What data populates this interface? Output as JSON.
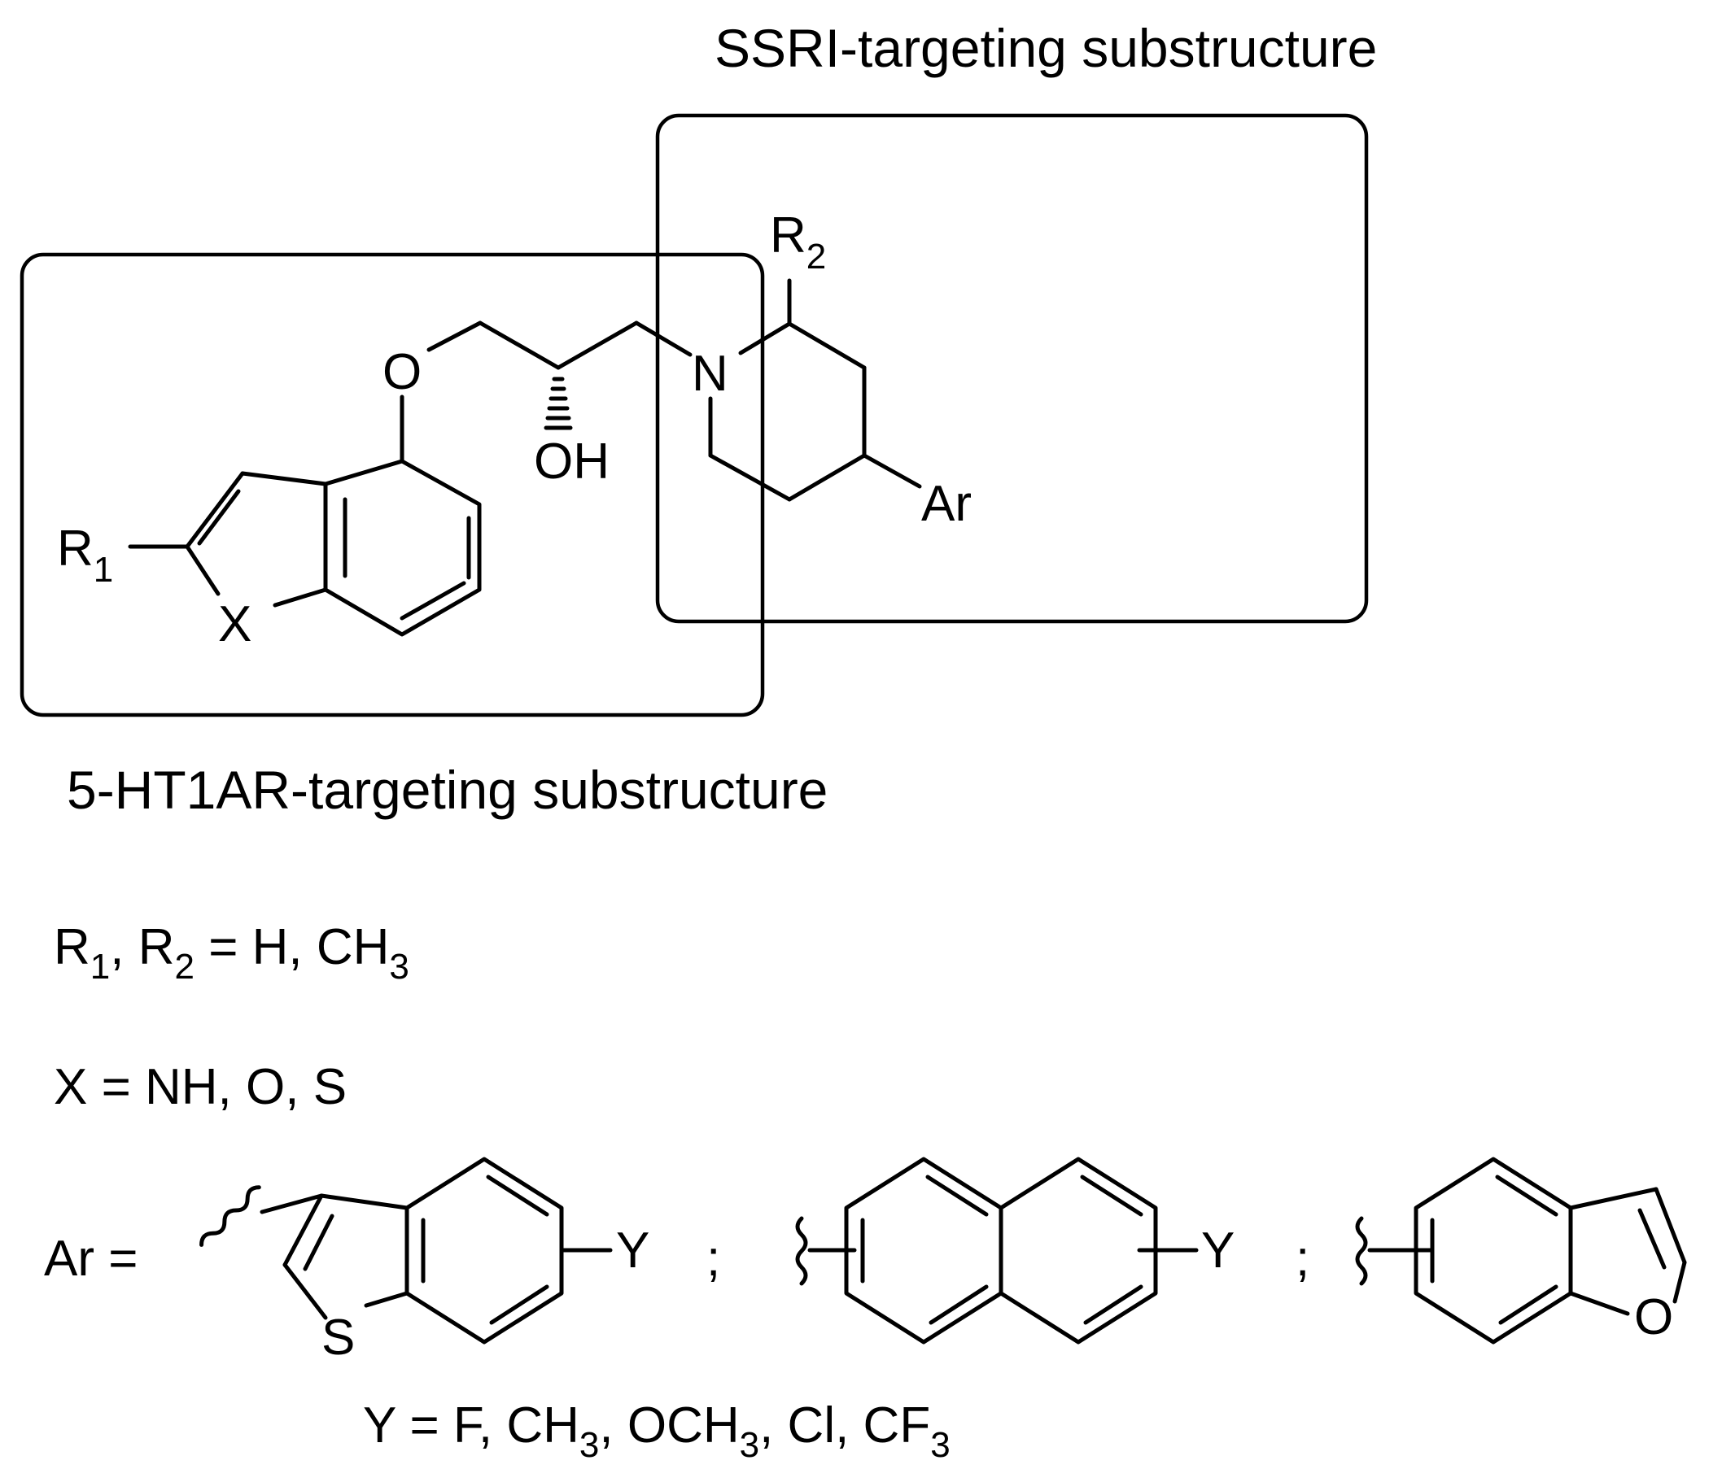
{
  "captions": {
    "ssri": "SSRI-targeting substructure",
    "ht1a": "5-HT1AR-targeting substructure"
  },
  "atoms": {
    "O": "O",
    "OH": "OH",
    "N": "N",
    "Ar": "Ar",
    "R": "R",
    "R1_sub": "1",
    "R2_sub": "2",
    "X": "X",
    "S": "S",
    "Y": "Y",
    "furan_O": "O"
  },
  "definitions": {
    "r_line": {
      "r1": "R",
      "r1_sub": "1",
      "sep": ", ",
      "r2": "R",
      "r2_sub": "2",
      "rest": " = H, CH",
      "rest_sub": "3"
    },
    "x_line": "X = NH, O, S",
    "ar_prefix": "Ar =",
    "separator": ";",
    "y_line": {
      "a": "Y = F, CH",
      "a_sub": "3",
      "b": ", OCH",
      "b_sub": "3",
      "c": ", Cl, CF",
      "c_sub": "3"
    }
  }
}
